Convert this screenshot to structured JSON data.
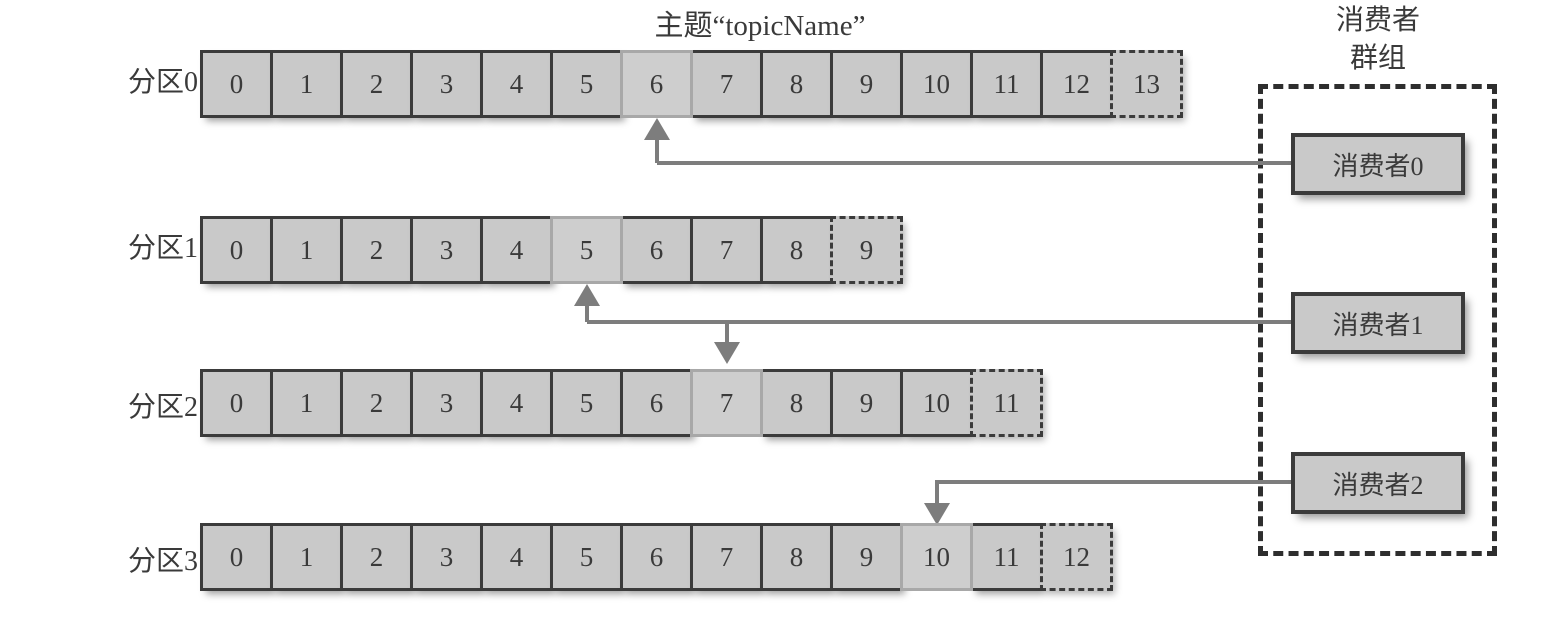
{
  "topic": {
    "title": "主题“topicName”"
  },
  "consumer_group": {
    "title_line1": "消费者",
    "title_line2": "群组",
    "consumers": [
      {
        "label": "消费者0"
      },
      {
        "label": "消费者1"
      },
      {
        "label": "消费者2"
      }
    ]
  },
  "partitions": [
    {
      "label": "分区0",
      "cells": [
        "0",
        "1",
        "2",
        "3",
        "4",
        "5",
        "6",
        "7",
        "8",
        "9",
        "10",
        "11",
        "12",
        "13"
      ],
      "highlight_index": 6,
      "dashed_index": 13
    },
    {
      "label": "分区1",
      "cells": [
        "0",
        "1",
        "2",
        "3",
        "4",
        "5",
        "6",
        "7",
        "8",
        "9"
      ],
      "highlight_index": 5,
      "dashed_index": 9
    },
    {
      "label": "分区2",
      "cells": [
        "0",
        "1",
        "2",
        "3",
        "4",
        "5",
        "6",
        "7",
        "8",
        "9",
        "10",
        "11"
      ],
      "highlight_index": 7,
      "dashed_index": 11
    },
    {
      "label": "分区3",
      "cells": [
        "0",
        "1",
        "2",
        "3",
        "4",
        "5",
        "6",
        "7",
        "8",
        "9",
        "10",
        "11",
        "12"
      ],
      "highlight_index": 10,
      "dashed_index": 12
    }
  ],
  "colors": {
    "cell_fill": "#c9c9c9",
    "cell_border": "#3b3b3b",
    "highlight_border": "#a8a8a8",
    "connector": "#7d7d7d",
    "text": "#3a3a3a",
    "group_border": "#2e2e2e"
  }
}
